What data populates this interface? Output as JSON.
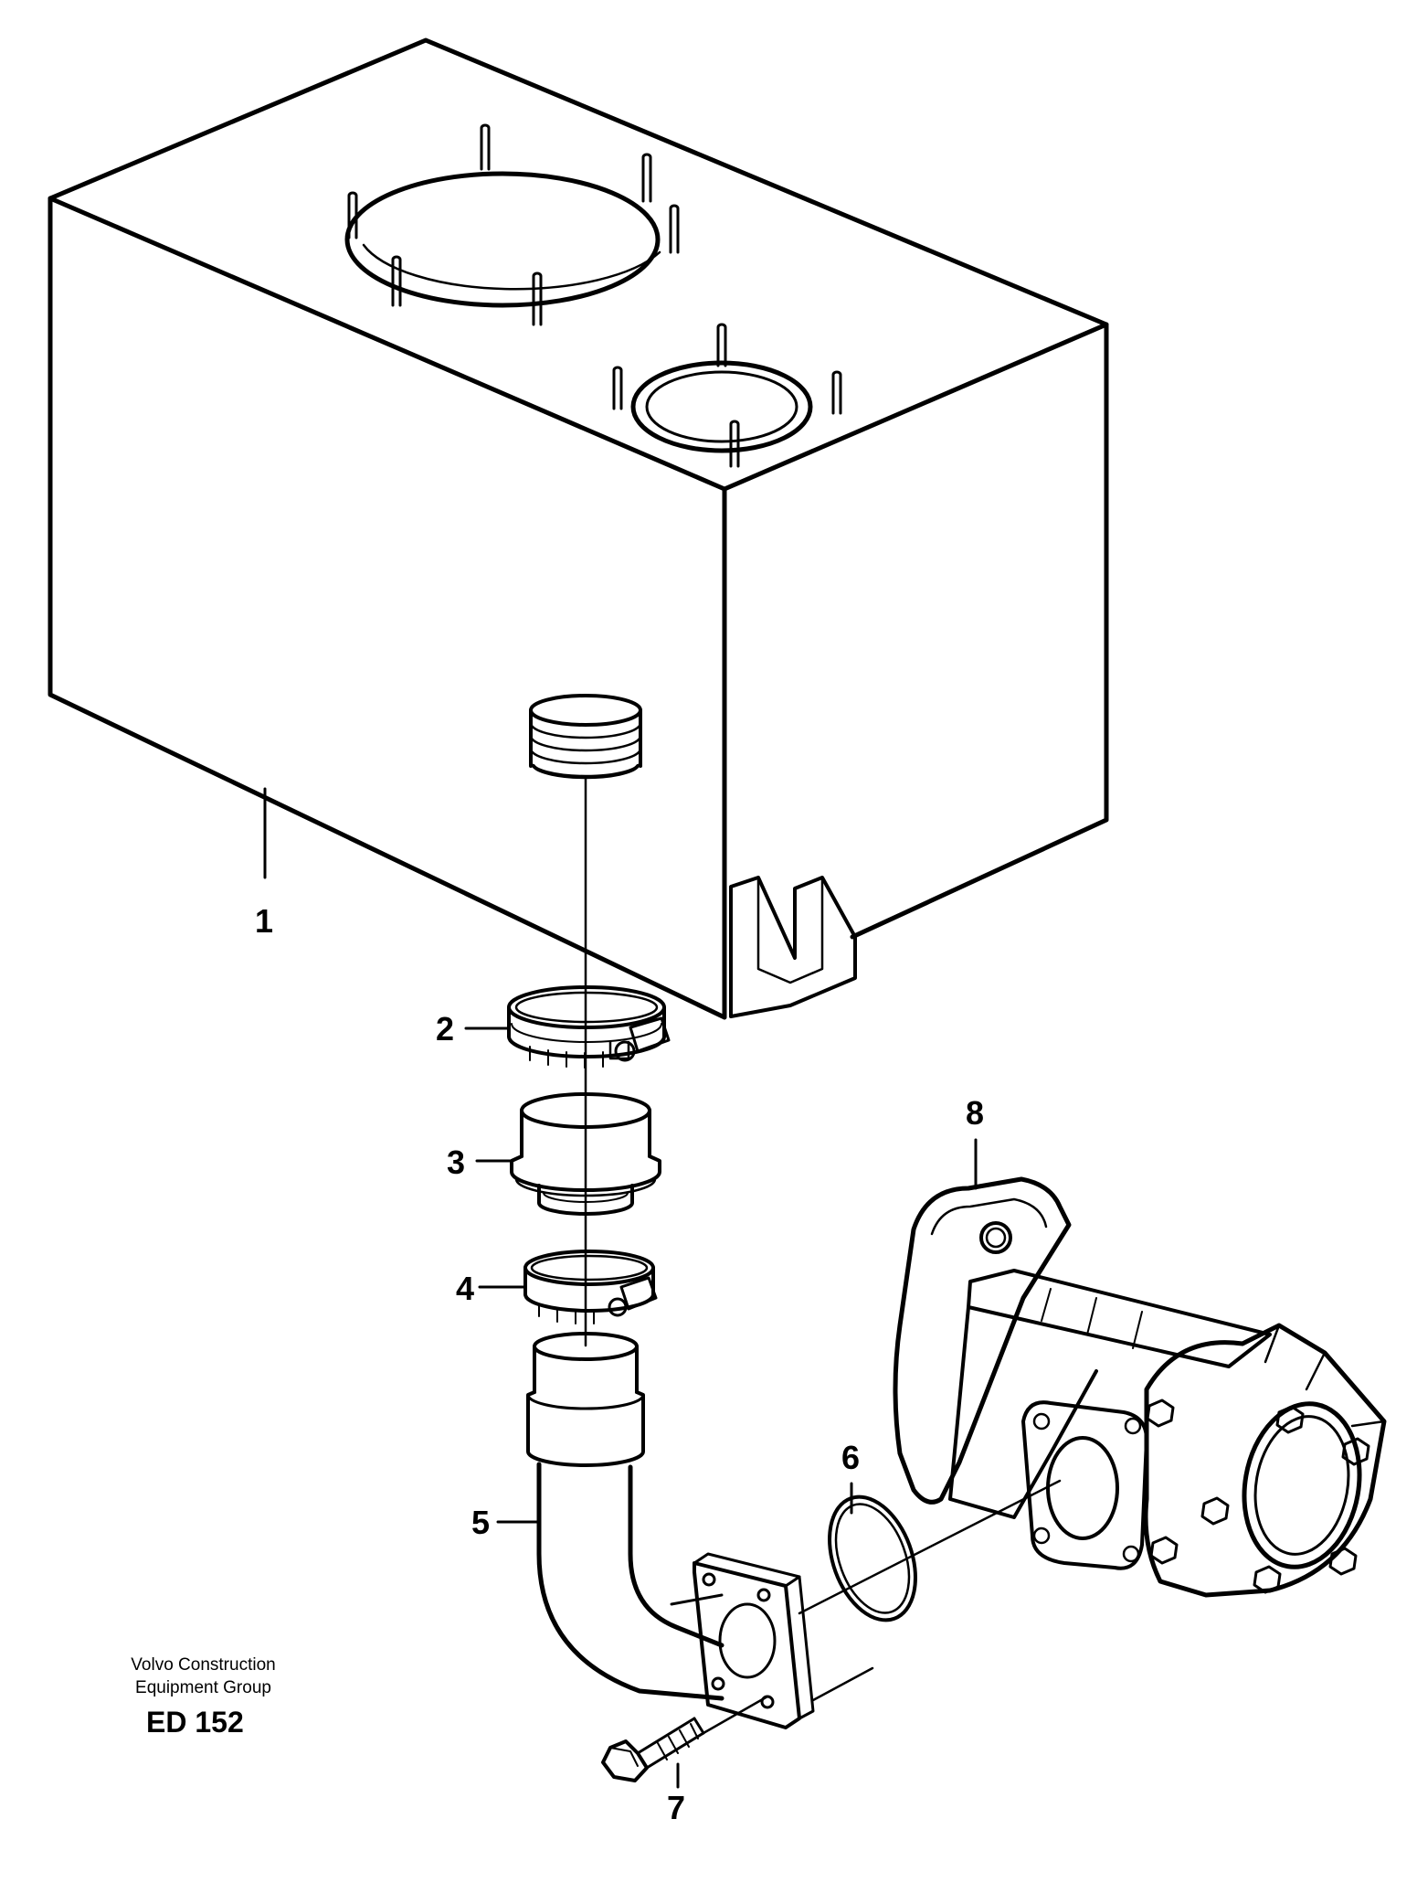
{
  "callouts": {
    "c1": "1",
    "c2": "2",
    "c3": "3",
    "c4": "4",
    "c5": "5",
    "c6": "6",
    "c7": "7",
    "c8": "8"
  },
  "footer": {
    "company_line1": "Volvo Construction",
    "company_line2": "Equipment Group",
    "drawing_code": "ED 152"
  }
}
